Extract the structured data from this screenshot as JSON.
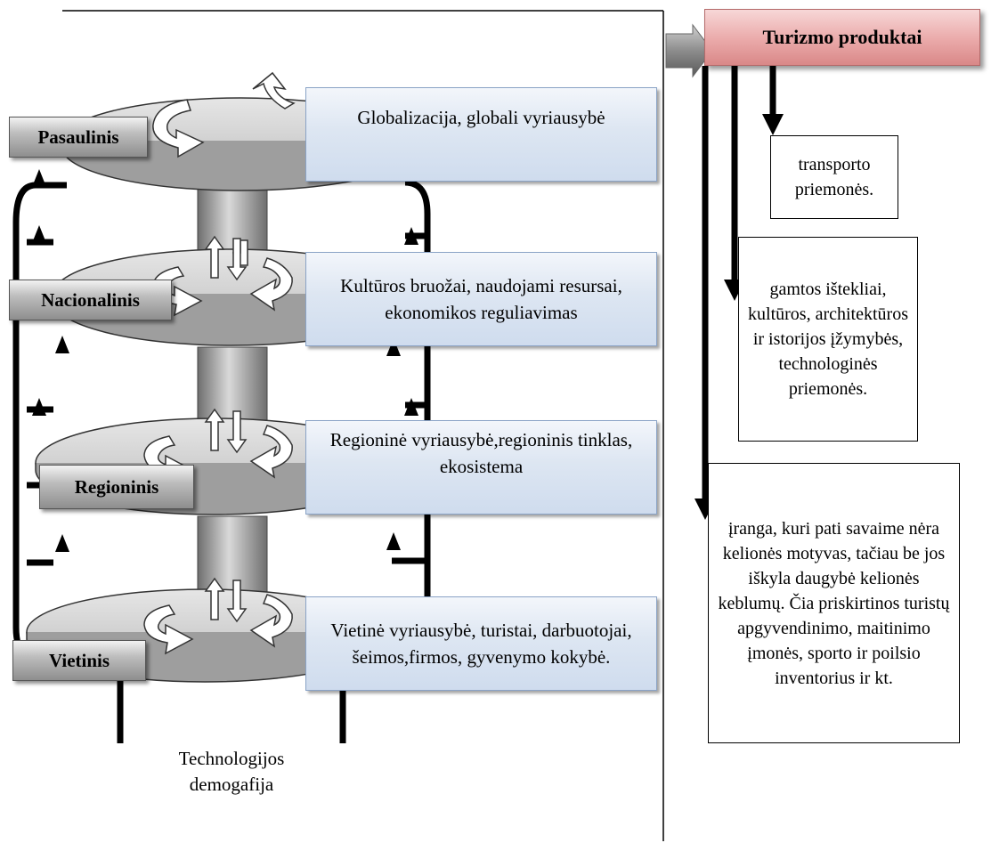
{
  "levels": [
    {
      "label": "Pasaulinis",
      "text": "Globalizacija, globali vyriausybė"
    },
    {
      "label": "Nacionalinis",
      "text": "Kultūros bruožai, naudojami resursai, ekonomikos reguliavimas"
    },
    {
      "label": "Regioninis",
      "text": "Regioninė vyriausybė,regioninis tinklas, ekosistema"
    },
    {
      "label": "Vietinis",
      "text": "Vietinė vyriausybė, turistai, darbuotojai, šeimos,firmos, gyvenymo kokybė."
    }
  ],
  "bottom_caption": "Technologijos demogafija",
  "product_title": "Turizmo produktai",
  "product_boxes": [
    "transporto priemonės.",
    "gamtos ištekliai, kultūros, architektūros ir istorijos įžymybės, technologinės priemonės.",
    "įranga, kuri pati savaime nėra kelionės motyvas, tačiau be jos iškyla daugybė kelionės keblumų. Čia priskirtinos turistų apgyvendinimo, maitinimo įmonės, sporto ir poilsio inventorius ir kt."
  ],
  "colors": {
    "level_text_fill": "#dde6f2",
    "level_text_border": "#8aa3c6",
    "title_fill": "#eaa9a9",
    "disk_fill": "#d4d4d4"
  }
}
